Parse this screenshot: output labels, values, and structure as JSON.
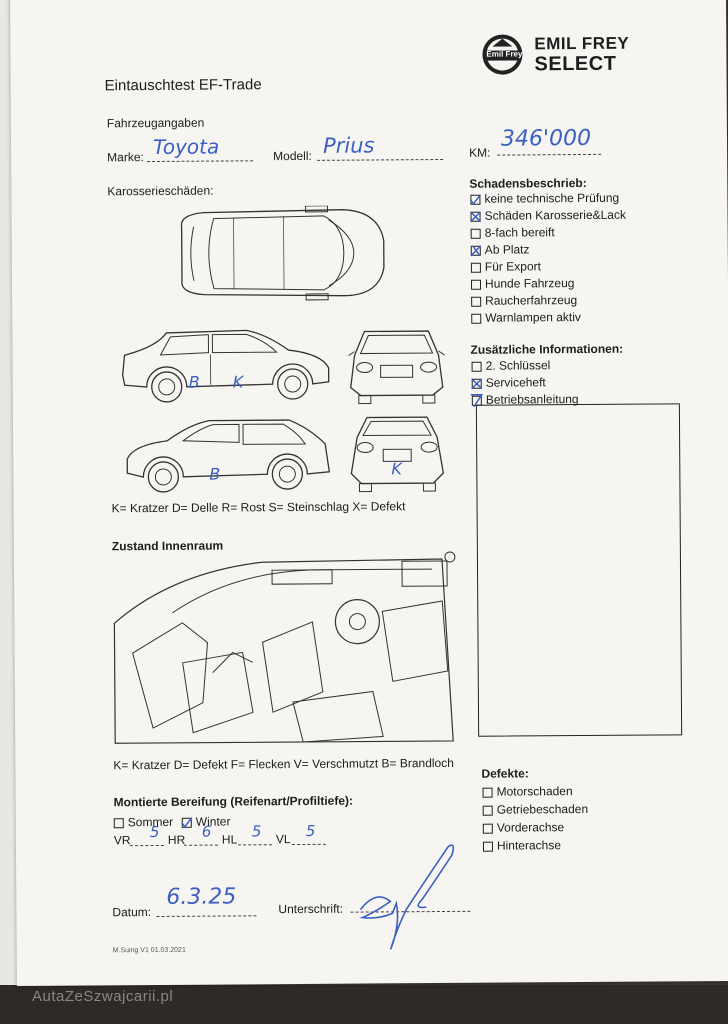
{
  "brand": {
    "badge_text": "Emil Frey",
    "name_line1": "EMIL FREY",
    "name_line2": "SELECT"
  },
  "form": {
    "title": "Eintauschtest EF-Trade",
    "vehicle_section": "Fahrzeugangaben",
    "make_label": "Marke:",
    "make_value": "Toyota",
    "model_label": "Modell:",
    "model_value": "Prius",
    "km_label": "KM:",
    "km_value": "346'000",
    "body_damage_heading": "Karosserieschäden:",
    "body_damage_legend": "K= Kratzer D= Delle R= Rost S= Steinschlag X= Defekt",
    "body_marks": {
      "side_b": "B",
      "side_k": "K",
      "rear_b": "B",
      "rear_k": "K"
    },
    "interior_heading": "Zustand Innenraum",
    "interior_legend": "K= Kratzer D= Defekt F= Flecken V= Verschmutzt B= Brandloch",
    "tires_heading": "Montierte Bereifung (Reifenart/Profiltiefe):",
    "tire_summer": "Sommer",
    "tire_winter": "Winter",
    "tire_labels": [
      "VR",
      "HR",
      "HL",
      "VL"
    ],
    "tire_values": [
      "5",
      "6",
      "5",
      "5"
    ],
    "date_label": "Datum:",
    "date_value": "6.3.25",
    "signature_label": "Unterschrift:",
    "version": "M.Suing V1 01.03.2021"
  },
  "damage_description": {
    "heading": "Schadensbeschrieb:",
    "items": [
      {
        "label": "keine technische Prüfung",
        "checked": true
      },
      {
        "label": "Schäden Karosserie&Lack",
        "checked": true
      },
      {
        "label": "8-fach bereift",
        "checked": false
      },
      {
        "label": "Ab Platz",
        "checked": true
      },
      {
        "label": "Für Export",
        "checked": false
      },
      {
        "label": "Hunde Fahrzeug",
        "checked": false
      },
      {
        "label": "Raucherfahrzeug",
        "checked": false
      },
      {
        "label": "Warnlampen aktiv",
        "checked": false
      }
    ]
  },
  "additional_info": {
    "heading": "Zusätzliche Informationen:",
    "items": [
      {
        "label": "2. Schlüssel",
        "checked": false
      },
      {
        "label": "Serviceheft",
        "checked": true
      },
      {
        "label": "Betriebsanleitung",
        "checked": true
      }
    ]
  },
  "defects": {
    "heading": "Defekte:",
    "items": [
      {
        "label": "Motorschaden",
        "checked": false
      },
      {
        "label": "Getriebeschaden",
        "checked": false
      },
      {
        "label": "Vorderachse",
        "checked": false
      },
      {
        "label": "Hinterachse",
        "checked": false
      }
    ]
  },
  "watermark": "AutaZeSzwajcarii.pl",
  "colors": {
    "ink": "#3b5fc2",
    "paper": "#f6f5f1",
    "print": "#1d1d1d"
  }
}
